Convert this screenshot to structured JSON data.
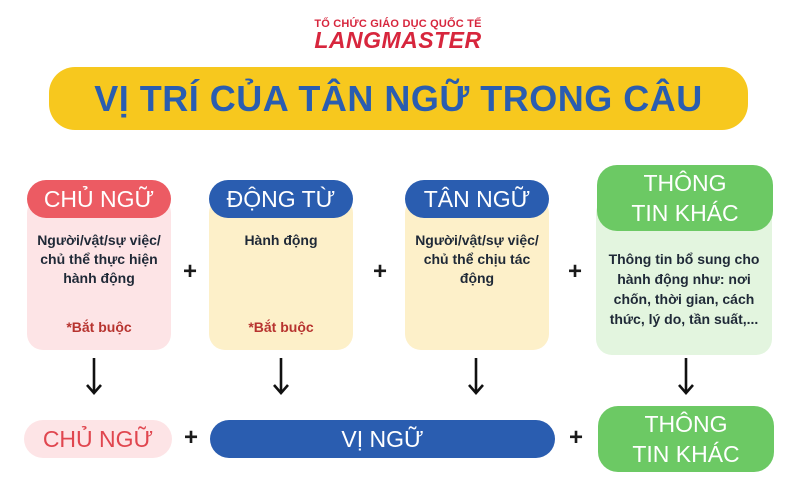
{
  "logo": {
    "subtitle": "TỔ CHỨC GIÁO DỤC QUỐC TẾ",
    "brand": "LANGMASTER"
  },
  "title": "VỊ TRÍ CỦA TÂN NGỮ TRONG CÂU",
  "cards": [
    {
      "label": "CHỦ NGỮ",
      "body": "Người/vật/sự việc/ chủ thể thực hiện hành động",
      "note": "*Bắt buộc",
      "pill_color": "#ec5b63",
      "card_color": "#fde4e6"
    },
    {
      "label": "ĐỘNG TỪ",
      "body": "Hành động",
      "note": "*Bắt buộc",
      "pill_color": "#2a5db0",
      "card_color": "#fdf0c9"
    },
    {
      "label": "TÂN NGỮ",
      "body": "Người/vật/sự việc/ chủ thể chịu tác động",
      "note": "",
      "pill_color": "#2a5db0",
      "card_color": "#fdf0c9"
    },
    {
      "label": "THÔNG TIN KHÁC",
      "body": "Thông tin bổ sung cho hành động như: nơi chốn, thời gian, cách thức, lý do, tần suất,...",
      "note": "",
      "pill_color": "#6cc964",
      "card_color": "#e3f5df"
    }
  ],
  "operators": [
    "+",
    "+",
    "+"
  ],
  "bottom_row": {
    "subject": "CHỦ NGỮ",
    "predicate": "VỊ NGỮ",
    "other": "THÔNG TIN KHÁC",
    "operators": [
      "+",
      "+"
    ],
    "subject_color": "#fde4e6",
    "subject_text_color": "#e0464f",
    "predicate_color": "#2a5db0",
    "other_color": "#6cc964"
  },
  "colors": {
    "title_bg": "#f7c81e",
    "title_text": "#2a5db0",
    "brand_red": "#d7263d"
  }
}
